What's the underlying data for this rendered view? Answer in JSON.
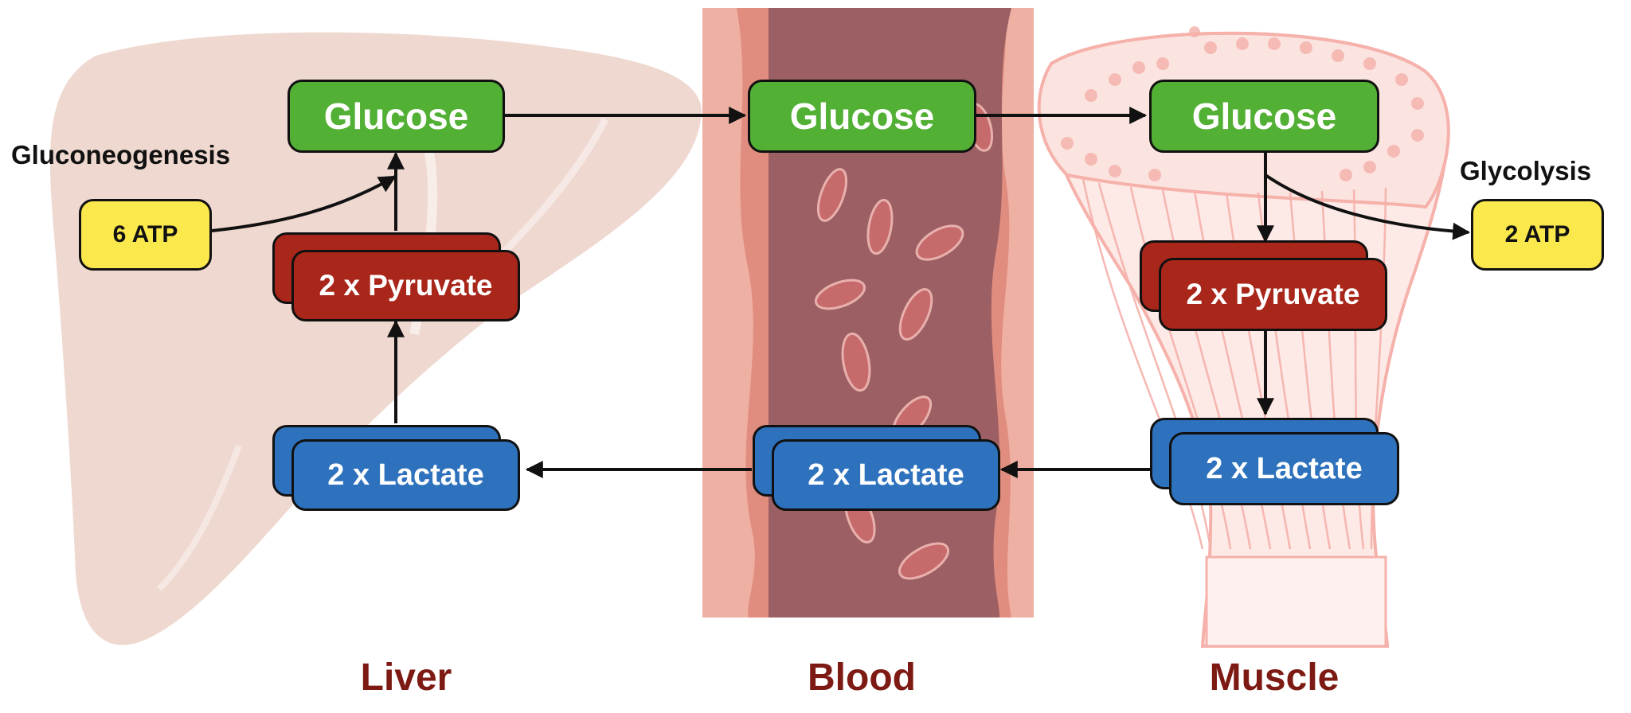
{
  "regions": {
    "liver": "Liver",
    "blood": "Blood",
    "muscle": "Muscle"
  },
  "processes": {
    "gluconeogenesis": "Gluconeogenesis",
    "glycolysis": "Glycolysis"
  },
  "liver": {
    "glucose": "Glucose",
    "pyruvate": "2 x Pyruvate",
    "lactate": "2 x Lactate",
    "atp": "6 ATP"
  },
  "blood": {
    "glucose": "Glucose",
    "lactate": "2 x Lactate"
  },
  "muscle": {
    "glucose": "Glucose",
    "pyruvate": "2 x Pyruvate",
    "lactate": "2 x Lactate",
    "atp": "2 ATP"
  },
  "colors": {
    "glucose": "#52b034",
    "pyruvate": "#a9261a",
    "lactate": "#2e72bd",
    "atp": "#fbe84c",
    "region_label": "#7d1a14",
    "liver": "#efd8cf",
    "blood_wall": "#e9a79b",
    "blood_lumen": "#9c5f63",
    "muscle": "#f5b1aa"
  }
}
